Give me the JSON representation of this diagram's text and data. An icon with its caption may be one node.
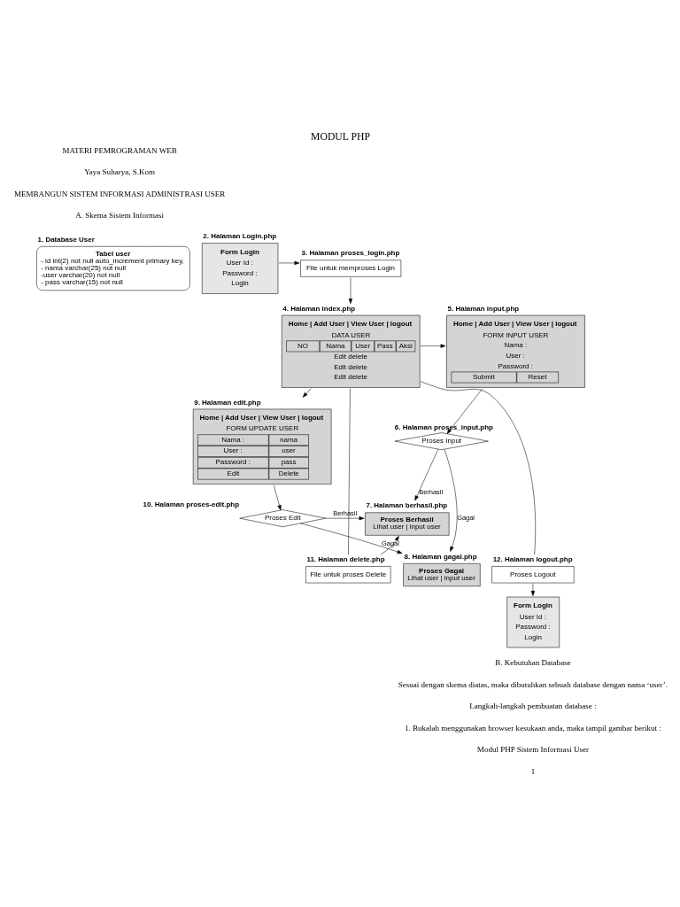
{
  "diagram": {
    "title": "MODUL PHP",
    "nodes": [
      {
        "text": [
          "Tabel user",
          "- id int(2) not null auto_increment primary key,",
          "- nama varchar(25) not null",
          "-user varchar(20) not null",
          "- pass varchar(15) not null"
        ],
        "beside": [
          "1. Database User"
        ]
      },
      {
        "text": [
          "Form Login",
          "User Id :",
          "Password :",
          "Login"
        ],
        "beside": [
          "2. Halaman Login.php"
        ]
      },
      {
        "text": [
          "File untuk memproses Login"
        ],
        "beside": [
          "3. Halaman proses_login.php"
        ]
      },
      {
        "text": [
          "Home | Add User | View User | logout",
          "DATA USER",
          "NO",
          "Nama",
          "User",
          "Pass",
          "Aksi",
          "Edit delete",
          "Edit delete",
          "Edit delete"
        ],
        "beside": [
          "4. Halaman index.php"
        ]
      },
      {
        "text": [
          "Home | Add User | View User | logout",
          "FORM INPUT USER",
          "Nama :",
          "User :",
          "Password :",
          "Submit",
          "Reset"
        ],
        "beside": [
          "5. Halaman input.php"
        ]
      },
      {
        "text": [
          "Proses Input"
        ],
        "beside": [
          "6. Halaman proses_input.php"
        ]
      },
      {
        "text": [
          "Proses Berhasil",
          "Lihat user | input user"
        ],
        "beside": [
          "7. Halaman berhasil.php"
        ]
      },
      {
        "text": [
          "Proses Gagal",
          "Lihat user | input user"
        ],
        "beside": [
          "8. Halaman gagal.php"
        ]
      },
      {
        "text": [
          "Home | Add User | View User | logout",
          "FORM UPDATE USER",
          "Nama :",
          "nama",
          "User :",
          "user",
          "Password :",
          "pass",
          "Edit",
          "Delete"
        ],
        "beside": [
          "9. Halaman edit.php"
        ]
      },
      {
        "text": [
          "Proses Edit"
        ],
        "beside": [
          "10. Halaman proses-edit.php"
        ]
      },
      {
        "text": [
          "File untuk proses Delete"
        ],
        "beside": [
          "11. Halaman delete.php"
        ]
      },
      {
        "text": [
          "Proses Logout"
        ],
        "beside": [
          "12. Halaman logout.php"
        ]
      },
      {
        "text": [
          "Form Login",
          "User Id :",
          "Password :",
          "Login"
        ]
      }
    ],
    "edges": [
      {
        "from": 1,
        "to": 2,
        "arrow": "to"
      },
      {
        "from": 2,
        "to": 3,
        "arrow": "to"
      },
      {
        "from": 3,
        "to": 4,
        "arrow": "to"
      },
      {
        "from": 4,
        "to": 5,
        "arrow": "to"
      },
      {
        "from": 5,
        "to": 6,
        "arrow": "to",
        "label": "Berhasil"
      },
      {
        "from": 5,
        "to": 7,
        "arrow": "to",
        "label": "Gagal"
      },
      {
        "from": 3,
        "to": 8,
        "arrow": "to"
      },
      {
        "from": 8,
        "to": 9,
        "arrow": "to"
      },
      {
        "from": 9,
        "to": 6,
        "arrow": "to",
        "label": "Berhasil"
      },
      {
        "from": 9,
        "to": 7,
        "arrow": "to",
        "label": "Gagal"
      },
      {
        "from": 3,
        "to": 10,
        "arrow": "none"
      },
      {
        "from": 10,
        "to": 6,
        "arrow": "to"
      },
      {
        "from": 3,
        "to": 11,
        "arrow": "none"
      },
      {
        "from": 11,
        "to": 12,
        "arrow": "to"
      }
    ],
    "labels": [
      "MATERI PEMROGRAMAN WEB",
      "Yaya Suharya, S.Kom",
      "MEMBANGUN SISTEM INFORMASI ADMINISTRASI USER",
      "A. Skema Sistem Informasi",
      "B. Kebutuhan Database",
      "Sesuai dengan skema diatas, maka dibutuhkan sebuah database dengan nama ‘user’.",
      "Langkah-langkah pembuatan database :",
      "1. Bukalah menggunakan browser kesukaan anda, maka tampil gambar berikut :",
      "Modul PHP Sistem Informasi User",
      "1"
    ]
  }
}
